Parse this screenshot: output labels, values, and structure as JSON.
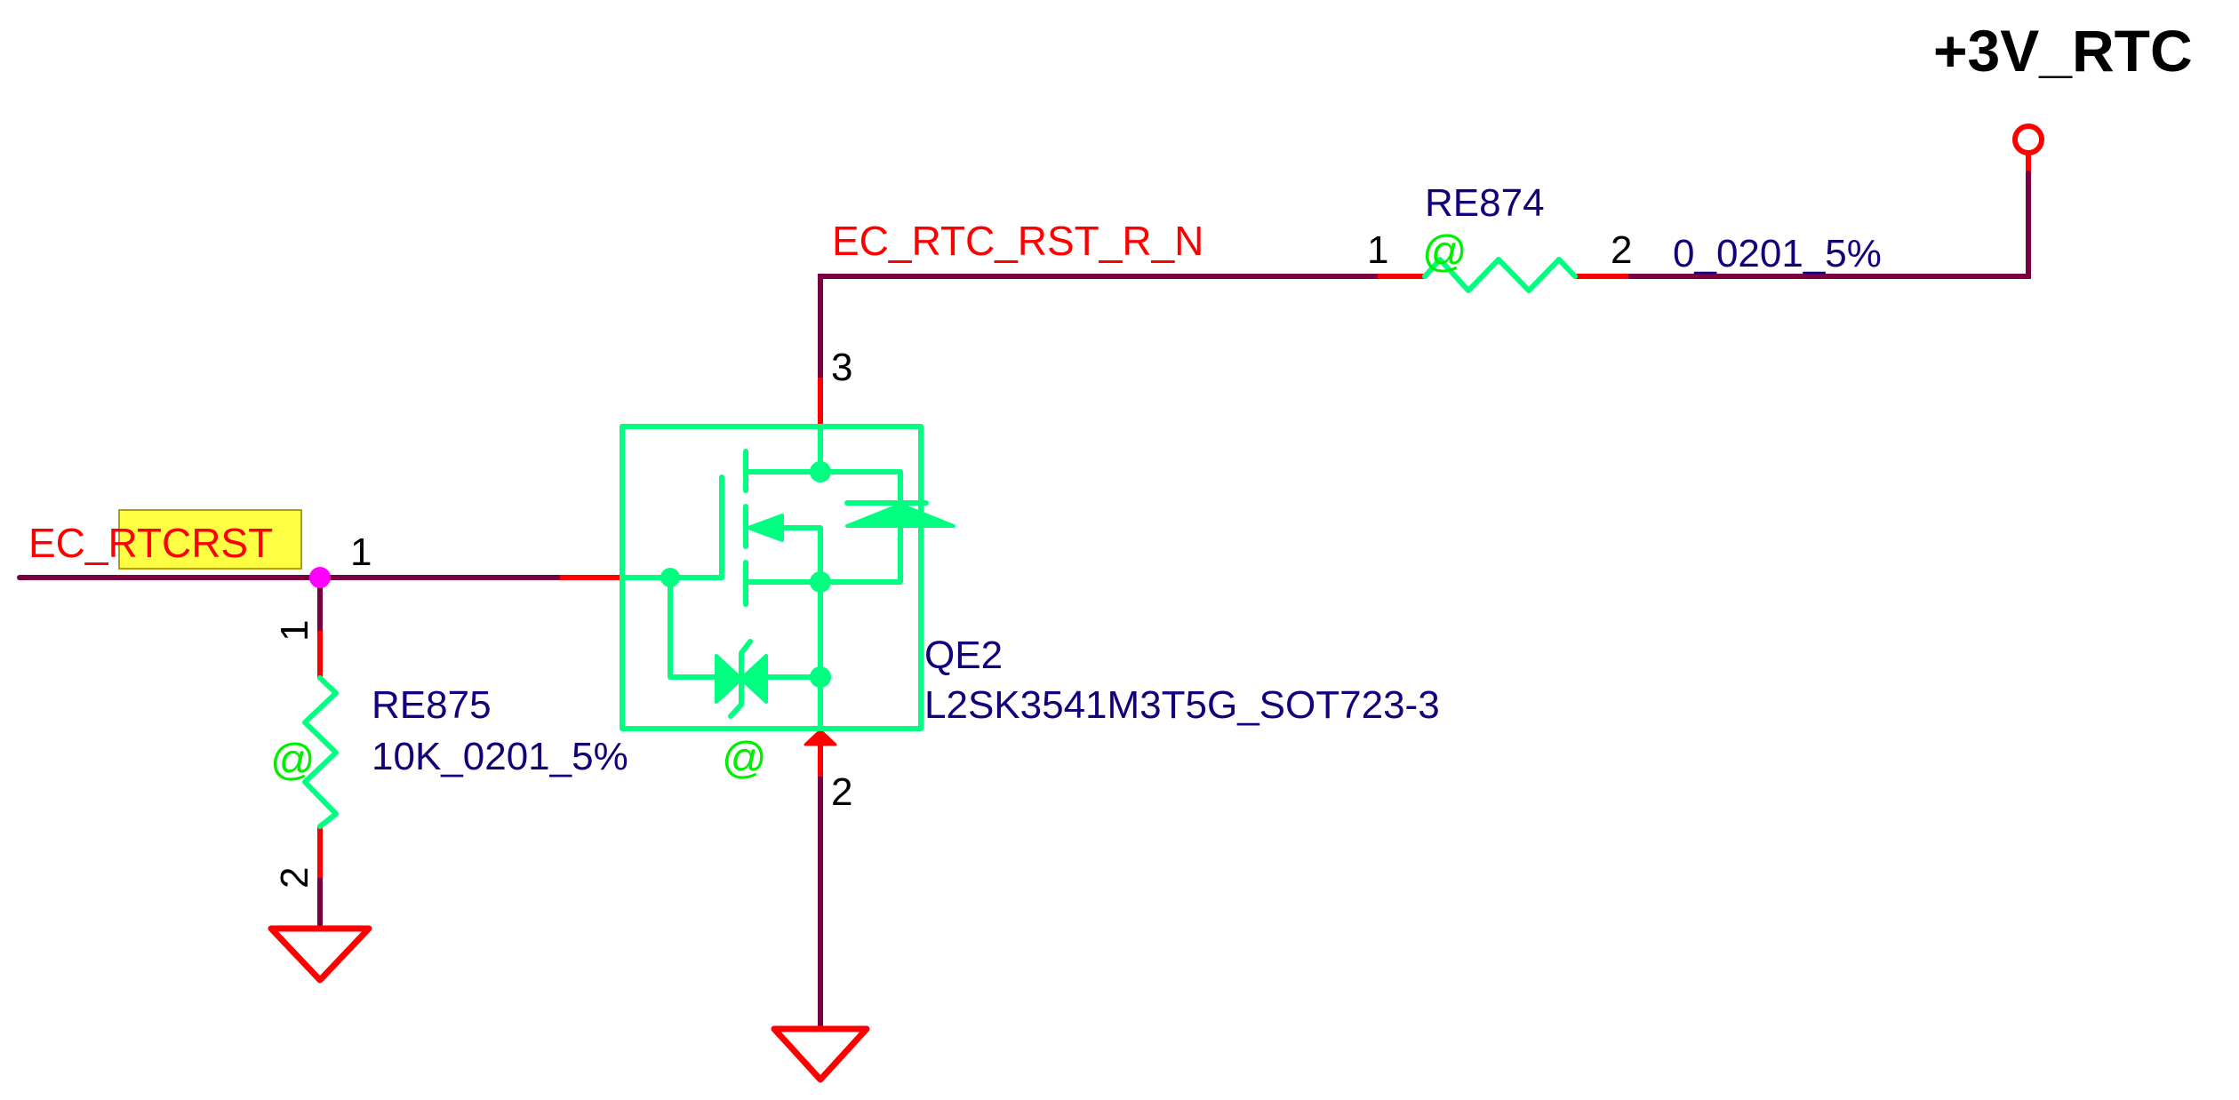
{
  "schematic": {
    "power_rail": {
      "label": "+3V_RTC"
    },
    "nets": {
      "input": {
        "prefix": "EC_",
        "highlight": "RTCRST",
        "highlight_color": "#ffff44"
      },
      "drain": {
        "label": "EC_RTC_RST_R_N"
      }
    },
    "components": {
      "re874": {
        "refdes": "RE874",
        "value": "0_0201_5%",
        "pin1": "1",
        "pin2": "2",
        "marker": "@"
      },
      "re875": {
        "refdes": "RE875",
        "value": "10K_0201_5%",
        "pin1": "1",
        "pin2": "2",
        "marker": "@"
      },
      "qe2": {
        "refdes": "QE2",
        "part": "L2SK3541M3T5G_SOT723-3",
        "pin_gate": "1",
        "pin_source": "2",
        "pin_drain": "3",
        "marker": "@"
      }
    },
    "colors": {
      "wire": "#7a0040",
      "pin": "#ff0000",
      "symbol": "#00ff80",
      "junction": "#ff00ff",
      "refdes_text": "#14007a",
      "net_text": "#ff0000",
      "marker": "#00ee00"
    }
  }
}
